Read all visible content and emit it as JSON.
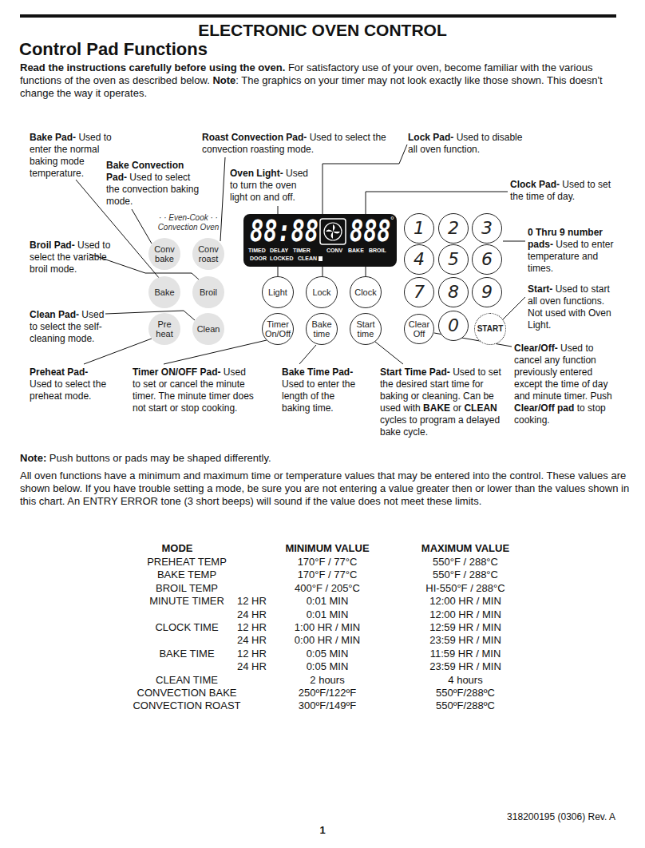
{
  "diagram": {
    "title": "ELECTRONIC OVEN CONTROL",
    "nodes": [
      {
        "text": [
          "Conv bake"
        ]
      },
      {
        "text": [
          "Conv roast"
        ]
      },
      {
        "text": [
          "88:88",
          "888",
          "°",
          "TIMED",
          "DELAY",
          "TIMER",
          "CONV",
          "BAKE",
          "BROIL",
          "DOOR",
          "LOCKED",
          "CLEAN"
        ]
      },
      {
        "text": [
          "1"
        ]
      },
      {
        "text": [
          "2"
        ]
      },
      {
        "text": [
          "3"
        ]
      },
      {
        "text": [
          "4"
        ]
      },
      {
        "text": [
          "5"
        ]
      },
      {
        "text": [
          "6"
        ]
      },
      {
        "text": [
          "Bake"
        ]
      },
      {
        "text": [
          "Broil"
        ]
      },
      {
        "text": [
          "Light"
        ]
      },
      {
        "text": [
          "Lock"
        ]
      },
      {
        "text": [
          "Clock"
        ]
      },
      {
        "text": [
          "7"
        ]
      },
      {
        "text": [
          "8"
        ]
      },
      {
        "text": [
          "9"
        ]
      },
      {
        "text": [
          "Pre heat"
        ]
      },
      {
        "text": [
          "Clean"
        ]
      },
      {
        "text": [
          "Timer On/Off"
        ]
      },
      {
        "text": [
          "Bake time"
        ]
      },
      {
        "text": [
          "Start time"
        ]
      },
      {
        "text": [
          "Clear Off"
        ]
      },
      {
        "text": [
          "0"
        ]
      },
      {
        "text": [
          "START"
        ]
      }
    ],
    "labels": [
      "Control Pad Functions",
      "Read the instructions carefully before using the oven.",
      "For satisfactory use of your oven, become familiar with the various functions of the oven as described below.",
      "Note",
      ": The graphics on your timer may not look exactly like those shown. This doesn't change the way it operates.",
      "Bake Pad-",
      "Used to enter the normal baking mode temperature.",
      "Bake Convection Pad-",
      "Used to select the convection baking mode.",
      "Roast Convection Pad-",
      "Used to select the convection roasting mode.",
      "Oven Light-",
      "Used to turn the oven light on and off.",
      "Lock Pad-",
      "Used to disable all oven function.",
      "Clock Pad-",
      "Used to set the time of day.",
      "0 Thru 9 number pads-",
      "Used to enter temperature and times.",
      "Start-",
      "Used to start all oven functions. Not used with Oven Light.",
      "Broil Pad-",
      "Used to select the variable broil mode.",
      "Clean Pad-",
      "Used to select the self-cleaning mode.",
      "Preheat Pad-",
      "Used to select the preheat mode.",
      "Timer ON/OFF Pad-",
      "Used to set or cancel the minute timer. The minute timer does not start or stop cooking.",
      "Bake Time Pad-",
      "Used to enter the length of the baking time.",
      "Start Time Pad-",
      "Used to set the desired start time for baking or cleaning. Can be used with",
      "BAKE",
      "or",
      "CLEAN",
      "cycles to program a delayed bake cycle.",
      "Clear/Off-",
      "Used to cancel any function previously entered except the time of day and minute timer. Push",
      "Clear/Off pad",
      "to stop cooking.",
      "· · Even-Cook · · Convection Oven",
      "Note:",
      "Push buttons or pads may be shaped differently.",
      "All oven functions have a minimum and maximum time or temperature values that may be entered into the control. These values are shown below. If you have trouble setting a mode, be sure you are not entering a value greater then or lower than the values shown in this chart. An ENTRY ERROR tone (3 short beeps) will sound if the value does not meet these limits.",
      "MODE",
      "MINIMUM VALUE",
      "MAXIMUM VALUE",
      "PREHEAT TEMP",
      "170°F / 77°C",
      "550°F / 288°C",
      "BAKE TEMP",
      "170°F / 77°C",
      "550°F / 288°C",
      "BROIL TEMP",
      "400°F / 205°C",
      "HI-550°F / 288°C",
      "MINUTE TIMER",
      "12 HR",
      "0:01 MIN",
      "12:00 HR / MIN",
      "24 HR",
      "0:01 MIN",
      "12:00 HR / MIN",
      "CLOCK TIME",
      "12 HR",
      "1:00 HR / MIN",
      "12:59 HR / MIN",
      "24 HR",
      "0:00 HR / MIN",
      "23:59 HR / MIN",
      "BAKE TIME",
      "12 HR",
      "0:05 MIN",
      "11:59 HR / MIN",
      "24 HR",
      "0:05 MIN",
      "23:59 HR / MIN",
      "CLEAN TIME",
      "2 hours",
      "4 hours",
      "CONVECTION BAKE",
      "250ºF/122ºF",
      "550ºF/288ºC",
      "CONVECTION ROAST",
      "300ºF/149ºF",
      "550ºF/288ºC",
      "318200195 (0306) Rev. A",
      "1"
    ]
  }
}
